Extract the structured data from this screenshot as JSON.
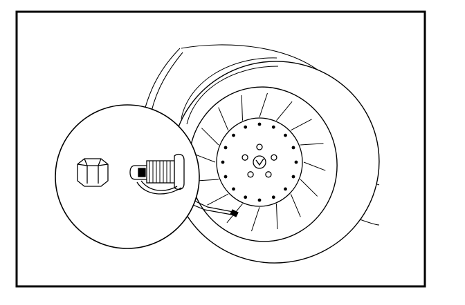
{
  "figure": {
    "subject": "wheel-valve-stem-cap-illustration",
    "colors": {
      "ink": "#000000",
      "paper": "#ffffff"
    },
    "callout": {
      "shows": [
        "valve-cap",
        "valve-stem"
      ]
    },
    "wheel": {
      "lug_nuts": 5,
      "rim_bolts": 16,
      "spokes": 16
    }
  }
}
